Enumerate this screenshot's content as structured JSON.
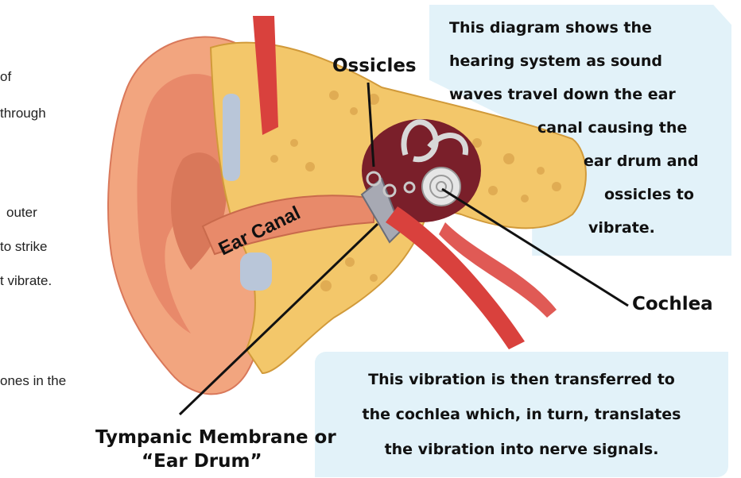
{
  "left_text": {
    "line1": "of",
    "line2": "through",
    "line3": "outer",
    "line4": "to strike",
    "line5": "t vibrate.",
    "line6": "ones in the"
  },
  "top_box": {
    "lines": [
      "This diagram shows the",
      "hearing system as sound",
      "waves travel down the ear",
      "canal causing the",
      "ear drum and",
      "ossicles to",
      "vibrate."
    ]
  },
  "bottom_box": {
    "lines": [
      "This vibration is then transferred to",
      "the cochlea which, in turn, translates",
      "the vibration into nerve signals."
    ]
  },
  "labels": {
    "ossicles": "Ossicles",
    "ear_canal": "Ear Canal",
    "cochlea": "Cochlea",
    "tympanic_line1": "Tympanic Membrane or",
    "tympanic_line2": "“Ear Drum”"
  },
  "colors": {
    "box_bg": "#e2f2f9",
    "skin": "#f2a57f",
    "bone": "#f3c76a",
    "canal": "#e88a6a",
    "muscle": "#d9413d"
  }
}
